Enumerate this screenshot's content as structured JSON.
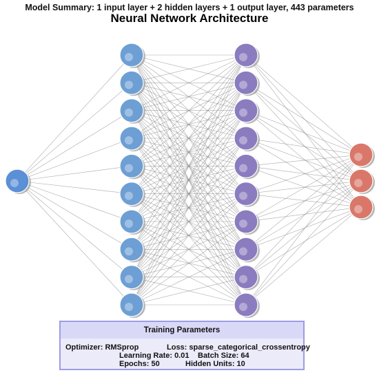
{
  "summary": "Model Summary: 1 input layer + 2 hidden layers + 1 output layer, 443 parameters",
  "title": "Neural Network Architecture",
  "layers": [
    {
      "name": "input",
      "neurons": 1,
      "color": "#5b8fd6"
    },
    {
      "name": "hidden1",
      "neurons": 10,
      "color": "#6d9fd4"
    },
    {
      "name": "hidden2",
      "neurons": 10,
      "color": "#8b7bbf"
    },
    {
      "name": "output",
      "neurons": 3,
      "color": "#d9786a"
    }
  ],
  "params": {
    "header": "Training Parameters",
    "optimizer": "Optimizer: RMSprop",
    "loss": "Loss: sparse_categorical_crossentropy",
    "learning_rate": "Learning Rate: 0.01",
    "batch_size": "Batch Size: 64",
    "epochs": "Epochs: 50",
    "hidden_units": "Hidden Units: 10"
  }
}
